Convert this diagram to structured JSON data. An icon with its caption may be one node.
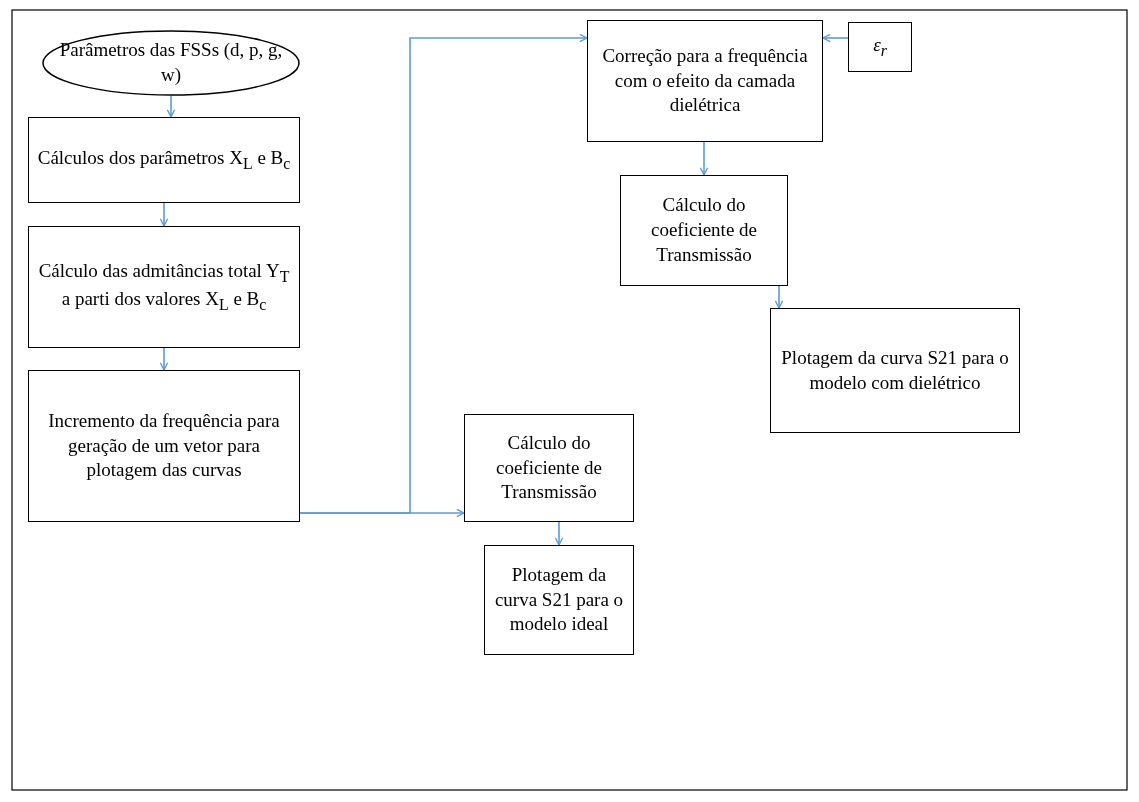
{
  "diagram": {
    "nodes": [
      {
        "text": [
          "Parâmetros das FSSs (d, p, g, w)"
        ]
      },
      {
        "text": [
          "Cálculos dos parâmetros X$_{L}$ e B$_{c}$"
        ]
      },
      {
        "text": [
          "Cálculo das admitâncias total Y$_{T}$ a parti dos valores X$_{L}$ e B$_{c}$"
        ]
      },
      {
        "text": [
          "Incremento da frequência para geração de um vetor para plotagem das curvas"
        ]
      },
      {
        "text": [
          "Cálculo do coeficiente de Transmissão"
        ]
      },
      {
        "text": [
          "Plotagem da curva S21 para o modelo ideal"
        ]
      },
      {
        "text": [
          "Correção para a frequência com o efeito da camada dielétrica"
        ]
      },
      {
        "text": [
          "ε$_{r}$"
        ]
      },
      {
        "text": [
          "Cálculo do coeficiente de Transmissão"
        ]
      },
      {
        "text": [
          "Plotagem da curva S21 para o modelo com dielétrico"
        ]
      }
    ],
    "edges": [
      {
        "from": 0,
        "to": 1,
        "arrow": "to"
      },
      {
        "from": 1,
        "to": 2,
        "arrow": "to"
      },
      {
        "from": 2,
        "to": 3,
        "arrow": "to"
      },
      {
        "from": 3,
        "to": 4,
        "arrow": "to"
      },
      {
        "from": 3,
        "to": 6,
        "arrow": "to"
      },
      {
        "from": 7,
        "to": 6,
        "arrow": "to"
      },
      {
        "from": 6,
        "to": 8,
        "arrow": "to"
      },
      {
        "from": 4,
        "to": 5,
        "arrow": "to"
      },
      {
        "from": 8,
        "to": 9,
        "arrow": "to"
      }
    ]
  }
}
